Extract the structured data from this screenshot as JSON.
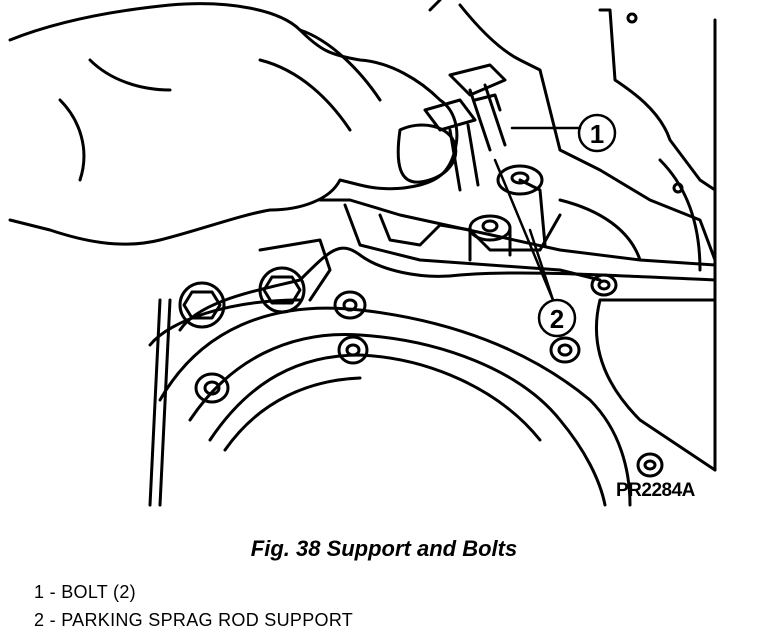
{
  "figure": {
    "code": "PR2284A",
    "caption": "Fig. 38 Support and Bolts",
    "callouts": [
      {
        "number": "1"
      },
      {
        "number": "2"
      }
    ]
  },
  "legend": [
    {
      "text": "1 - BOLT (2)"
    },
    {
      "text": "2 - PARKING SPRAG ROD SUPPORT"
    }
  ]
}
